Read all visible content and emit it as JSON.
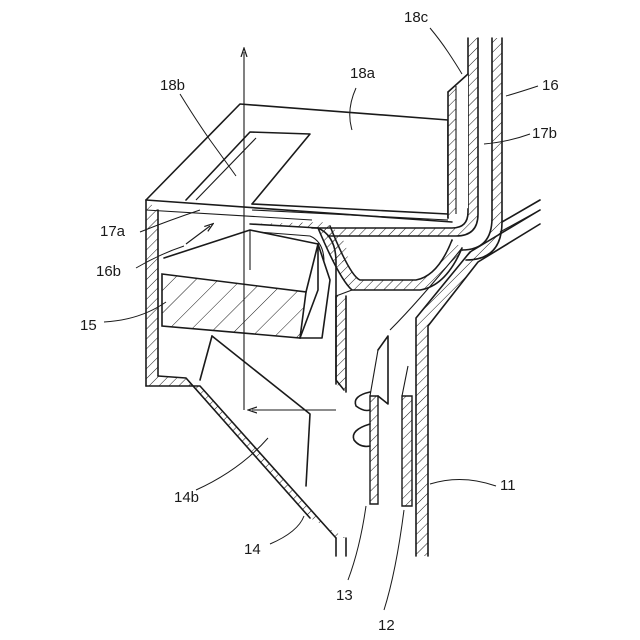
{
  "labels": {
    "l18c": "18c",
    "l18a": "18a",
    "l18b": "18b",
    "l16": "16",
    "l17b": "17b",
    "l17a": "17a",
    "l16b": "16b",
    "l15": "15",
    "l14b": "14b",
    "l14": "14",
    "l11": "11",
    "l13": "13",
    "l12": "12"
  }
}
